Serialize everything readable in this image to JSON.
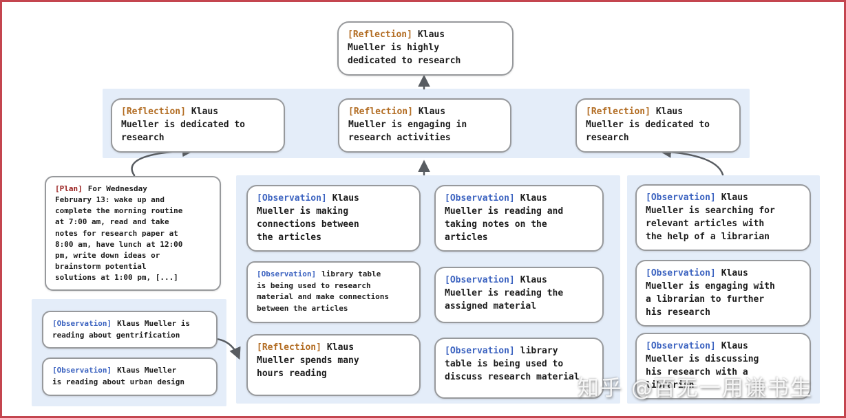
{
  "colors": {
    "frame": "#c4454f",
    "panel": "#e4edf9",
    "node_bg": "#ffffff",
    "node_border": "#97999c",
    "text": "#1c1c1c",
    "arrow": "#585c61",
    "tag_reflection": "#b26c22",
    "tag_observation": "#3c63c0",
    "tag_plan": "#99201f"
  },
  "nodes": {
    "root": {
      "tag": "[Reflection]",
      "text": "Klaus\nMueller is highly\ndedicated to research"
    },
    "reflection_left": {
      "tag": "[Reflection]",
      "text": "Klaus\nMueller is dedicated to\nresearch"
    },
    "reflection_mid": {
      "tag": "[Reflection]",
      "text": "Klaus\nMueller is engaging in\nresearch activities"
    },
    "reflection_right": {
      "tag": "[Reflection]",
      "text": "Klaus\nMueller is dedicated to\nresearch"
    },
    "plan": {
      "tag": "[Plan]",
      "text": "For Wednesday\nFebruary 13: wake up and\ncomplete the morning routine\nat 7:00 am, read and take\nnotes for research paper at\n8:00 am, have lunch at 12:00\npm, write down ideas or\nbrainstorm potential\nsolutions at 1:00 pm, [...]"
    },
    "obs_gentrification": {
      "tag": "[Observation]",
      "text": "Klaus Mueller is\nreading about gentrification"
    },
    "obs_urban_design": {
      "tag": "[Observation]",
      "text": "Klaus Mueller\nis reading about urban design"
    },
    "obs_connections": {
      "tag": "[Observation]",
      "text": "Klaus\nMueller is making\nconnections between\nthe articles"
    },
    "obs_library_research": {
      "tag": "[Observation]",
      "text": "library table\nis being used to research\nmaterial and make connections\nbetween the articles"
    },
    "reflection_hours": {
      "tag": "[Reflection]",
      "text": "Klaus\nMueller spends many\nhours reading"
    },
    "obs_taking_notes": {
      "tag": "[Observation]",
      "text": "Klaus\nMueller is reading and\ntaking notes on the\narticles"
    },
    "obs_assigned_material": {
      "tag": "[Observation]",
      "text": "Klaus\nMueller is reading the\nassigned material"
    },
    "obs_library_discuss": {
      "tag": "[Observation]",
      "text": "library\ntable is being used to\ndiscuss research material"
    },
    "obs_searching_articles": {
      "tag": "[Observation]",
      "text": "Klaus\nMueller is searching for\nrelevant articles with\nthe help of a librarian"
    },
    "obs_engaging_librarian": {
      "tag": "[Observation]",
      "text": "Klaus\nMueller is engaging with\na librarian to further\nhis research"
    },
    "obs_discussing_librarian": {
      "tag": "[Observation]",
      "text": "Klaus\nMueller is discussing\nhis research with a\nlibrarian"
    }
  },
  "watermark": "知乎 @百无一用谦书生"
}
